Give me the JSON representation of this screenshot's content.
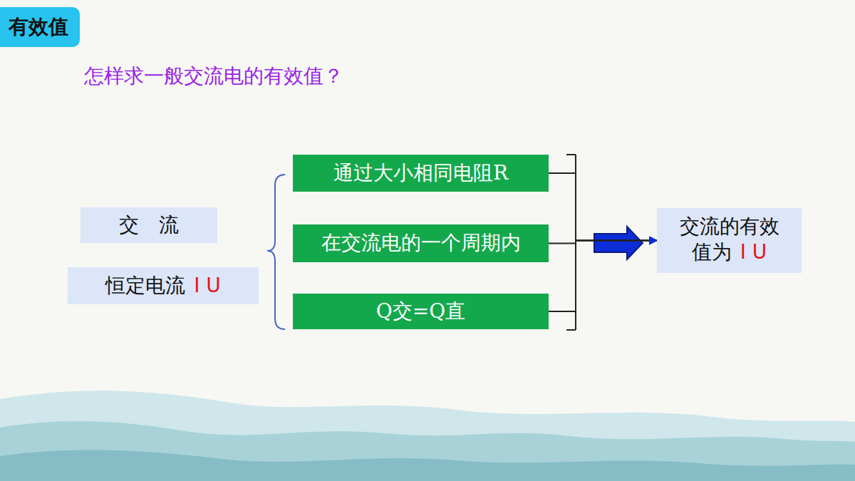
{
  "diagram": {
    "title": "有效值",
    "nodes": [
      {
        "text": [
          "交　流"
        ]
      },
      {
        "text": [
          "恒定电流",
          "I U"
        ]
      },
      {
        "text": [
          "通过大小相同电阻R"
        ]
      },
      {
        "text": [
          "在交流电的一个周期内"
        ]
      },
      {
        "text": [
          "Q交=Q直"
        ]
      },
      {
        "text": [
          "交流的有效值为",
          "I U"
        ]
      }
    ],
    "edges": [
      {
        "from": 2,
        "to": 5,
        "arrow": "to"
      },
      {
        "from": 3,
        "to": 5,
        "arrow": "to"
      },
      {
        "from": 4,
        "to": 5,
        "arrow": "to"
      }
    ],
    "labels": [
      "怎样求一般交流电的有效值？"
    ]
  }
}
